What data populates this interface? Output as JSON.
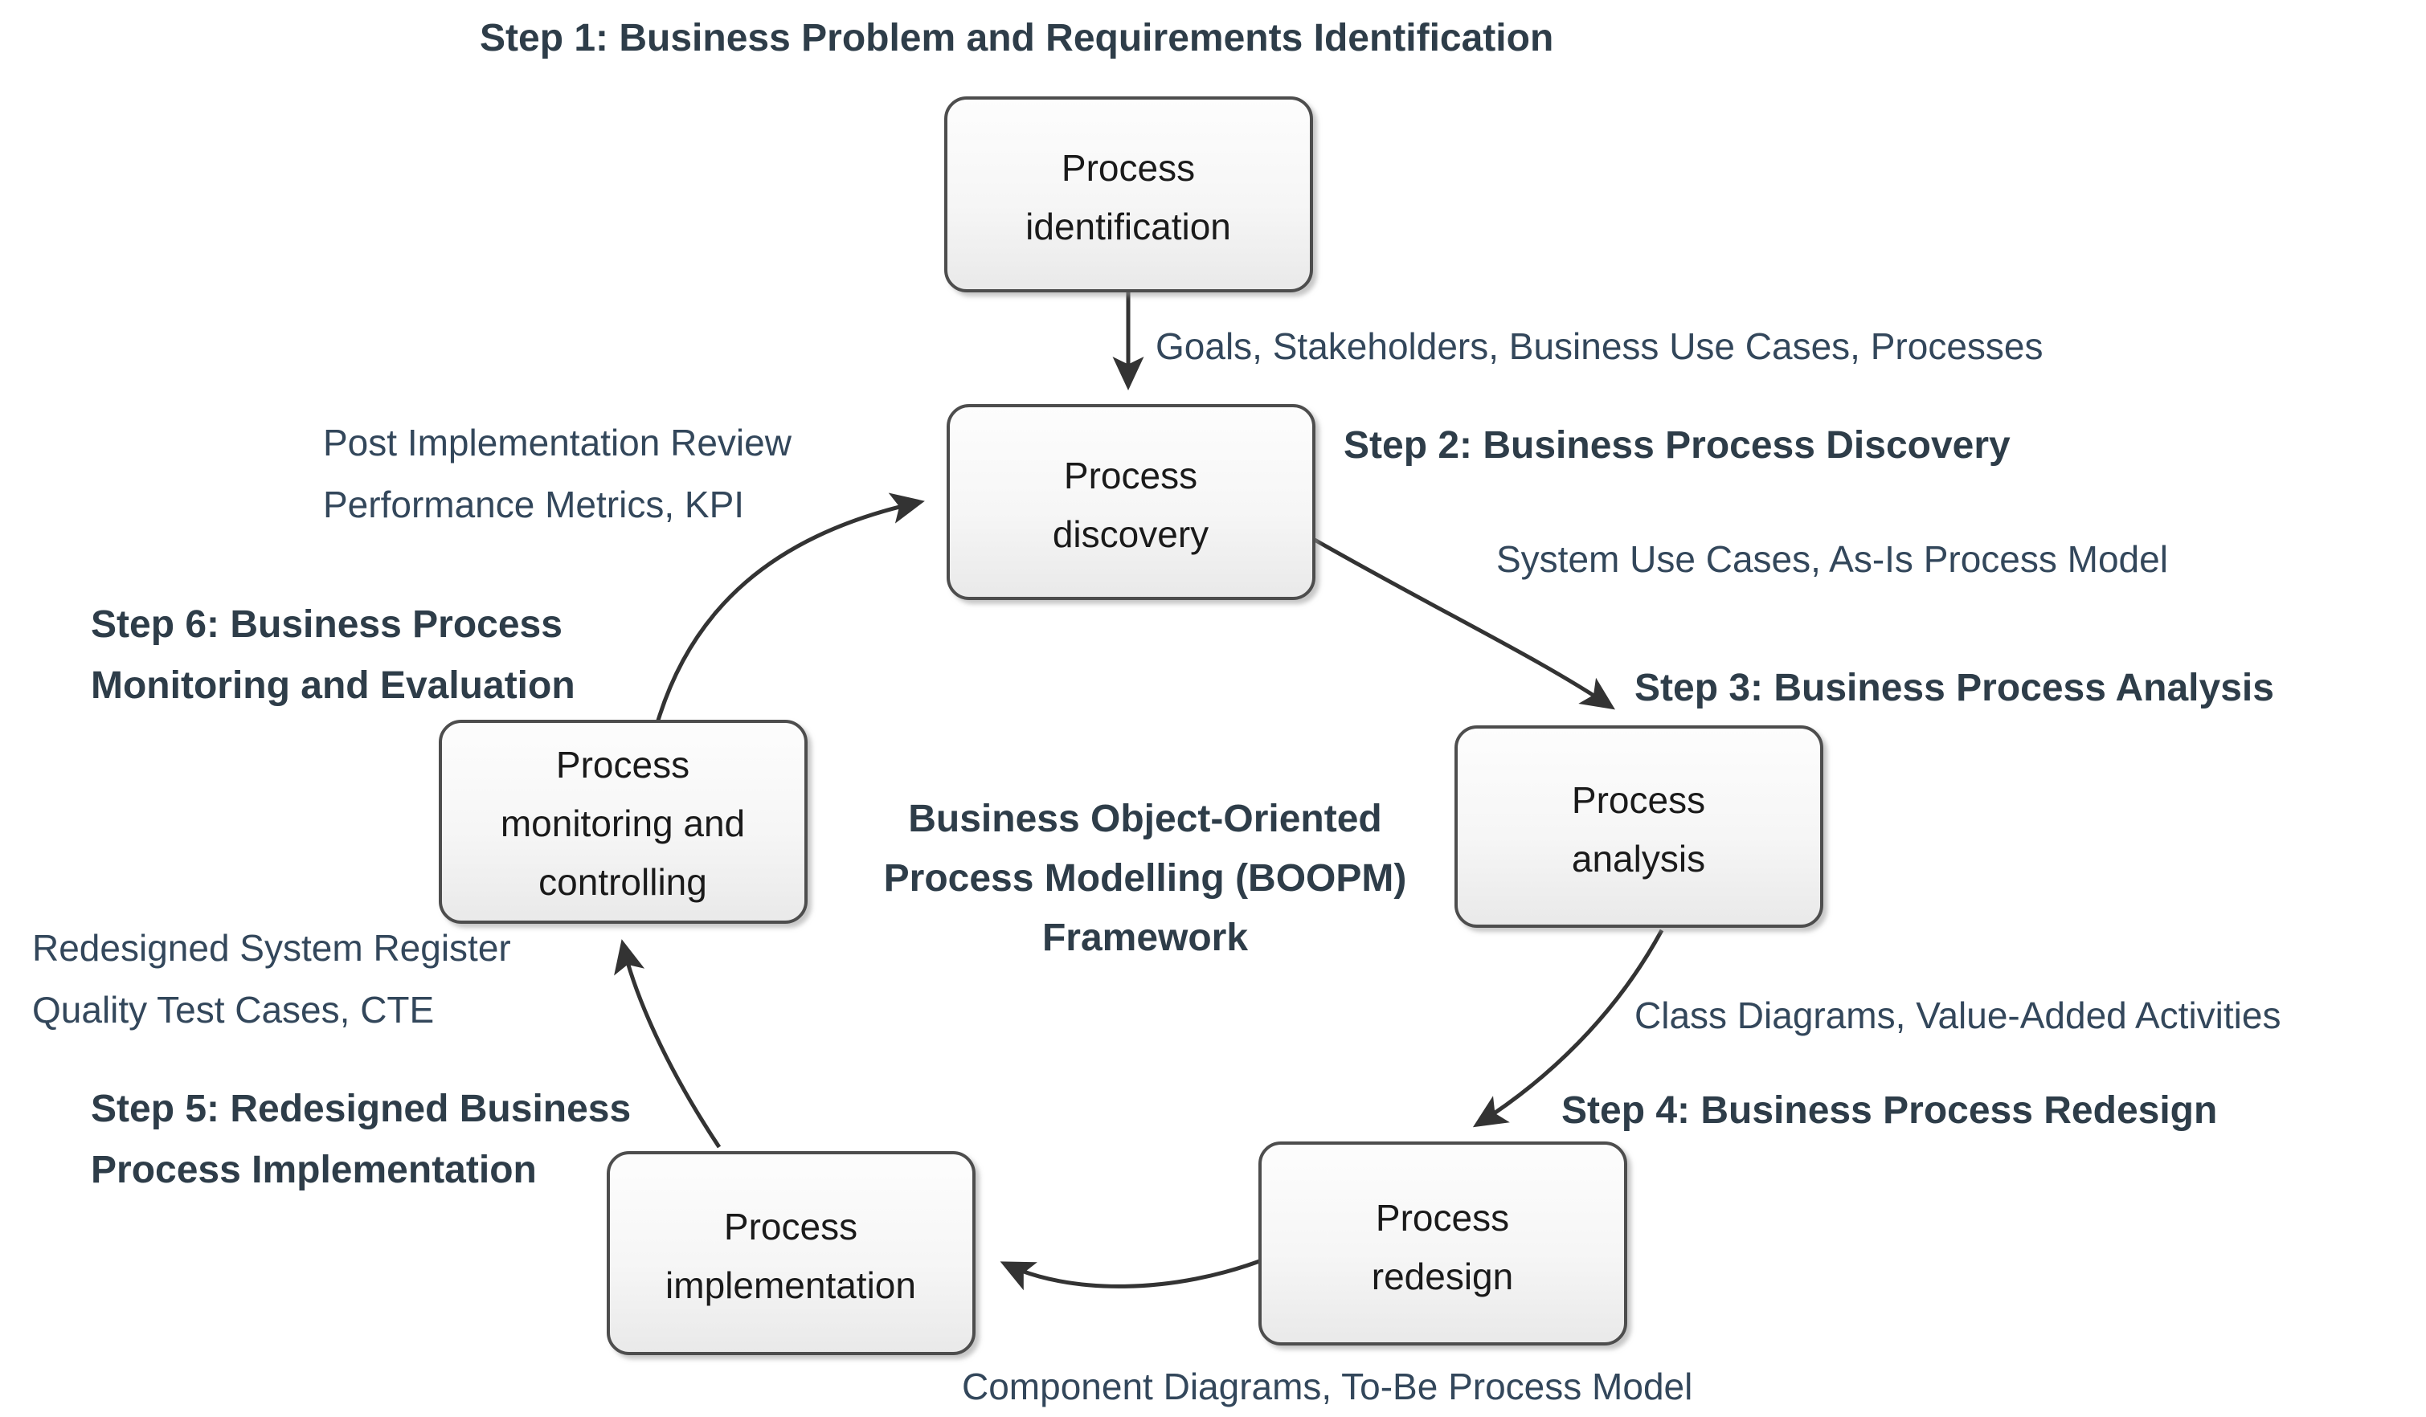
{
  "diagram": {
    "center_title_lines": [
      "Business Object-Oriented",
      "Process Modelling (BOOPM)",
      "Framework"
    ],
    "colors": {
      "box_fill_top": "#fdfdfd",
      "box_fill_bottom": "#ededed",
      "box_border": "#4d4d4d",
      "arrow": "#333333",
      "step_text": "#2e3d49",
      "flow_text": "#33475b",
      "background": "#ffffff"
    },
    "nodes": [
      {
        "id": "identification",
        "line1": "Process",
        "line2": "identification"
      },
      {
        "id": "discovery",
        "line1": "Process",
        "line2": "discovery"
      },
      {
        "id": "analysis",
        "line1": "Process",
        "line2": "analysis"
      },
      {
        "id": "redesign",
        "line1": "Process",
        "line2": "redesign"
      },
      {
        "id": "implementation",
        "line1": "Process",
        "line2": "implementation"
      },
      {
        "id": "monitoring",
        "line1": "Process",
        "line2": "monitoring and",
        "line3": "controlling"
      }
    ],
    "steps": [
      {
        "id": "step1",
        "text": "Step 1: Business Problem and Requirements Identification"
      },
      {
        "id": "step2",
        "text": "Step 2: Business Process Discovery"
      },
      {
        "id": "step3",
        "text": "Step 3: Business Process Analysis"
      },
      {
        "id": "step4",
        "text": "Step 4: Business Process Redesign"
      },
      {
        "id": "step5",
        "line1": "Step 5: Redesigned Business",
        "line2": "Process Implementation"
      },
      {
        "id": "step6",
        "line1": "Step 6: Business Process",
        "line2": "Monitoring and Evaluation"
      }
    ],
    "flow_labels": [
      {
        "id": "flow-identification-discovery",
        "text": "Goals, Stakeholders, Business Use Cases, Processes"
      },
      {
        "id": "flow-discovery-analysis",
        "text": "System Use Cases, As-Is Process Model"
      },
      {
        "id": "flow-analysis-redesign",
        "text": "Class Diagrams, Value-Added Activities"
      },
      {
        "id": "flow-redesign-implementation",
        "text": "Component Diagrams, To-Be Process Model"
      },
      {
        "id": "flow-implementation-monitoring",
        "line1": "Redesigned System Register",
        "line2": "Quality Test Cases, CTE"
      },
      {
        "id": "flow-monitoring-discovery",
        "line1": "Post Implementation Review",
        "line2": "Performance Metrics, KPI"
      }
    ]
  }
}
